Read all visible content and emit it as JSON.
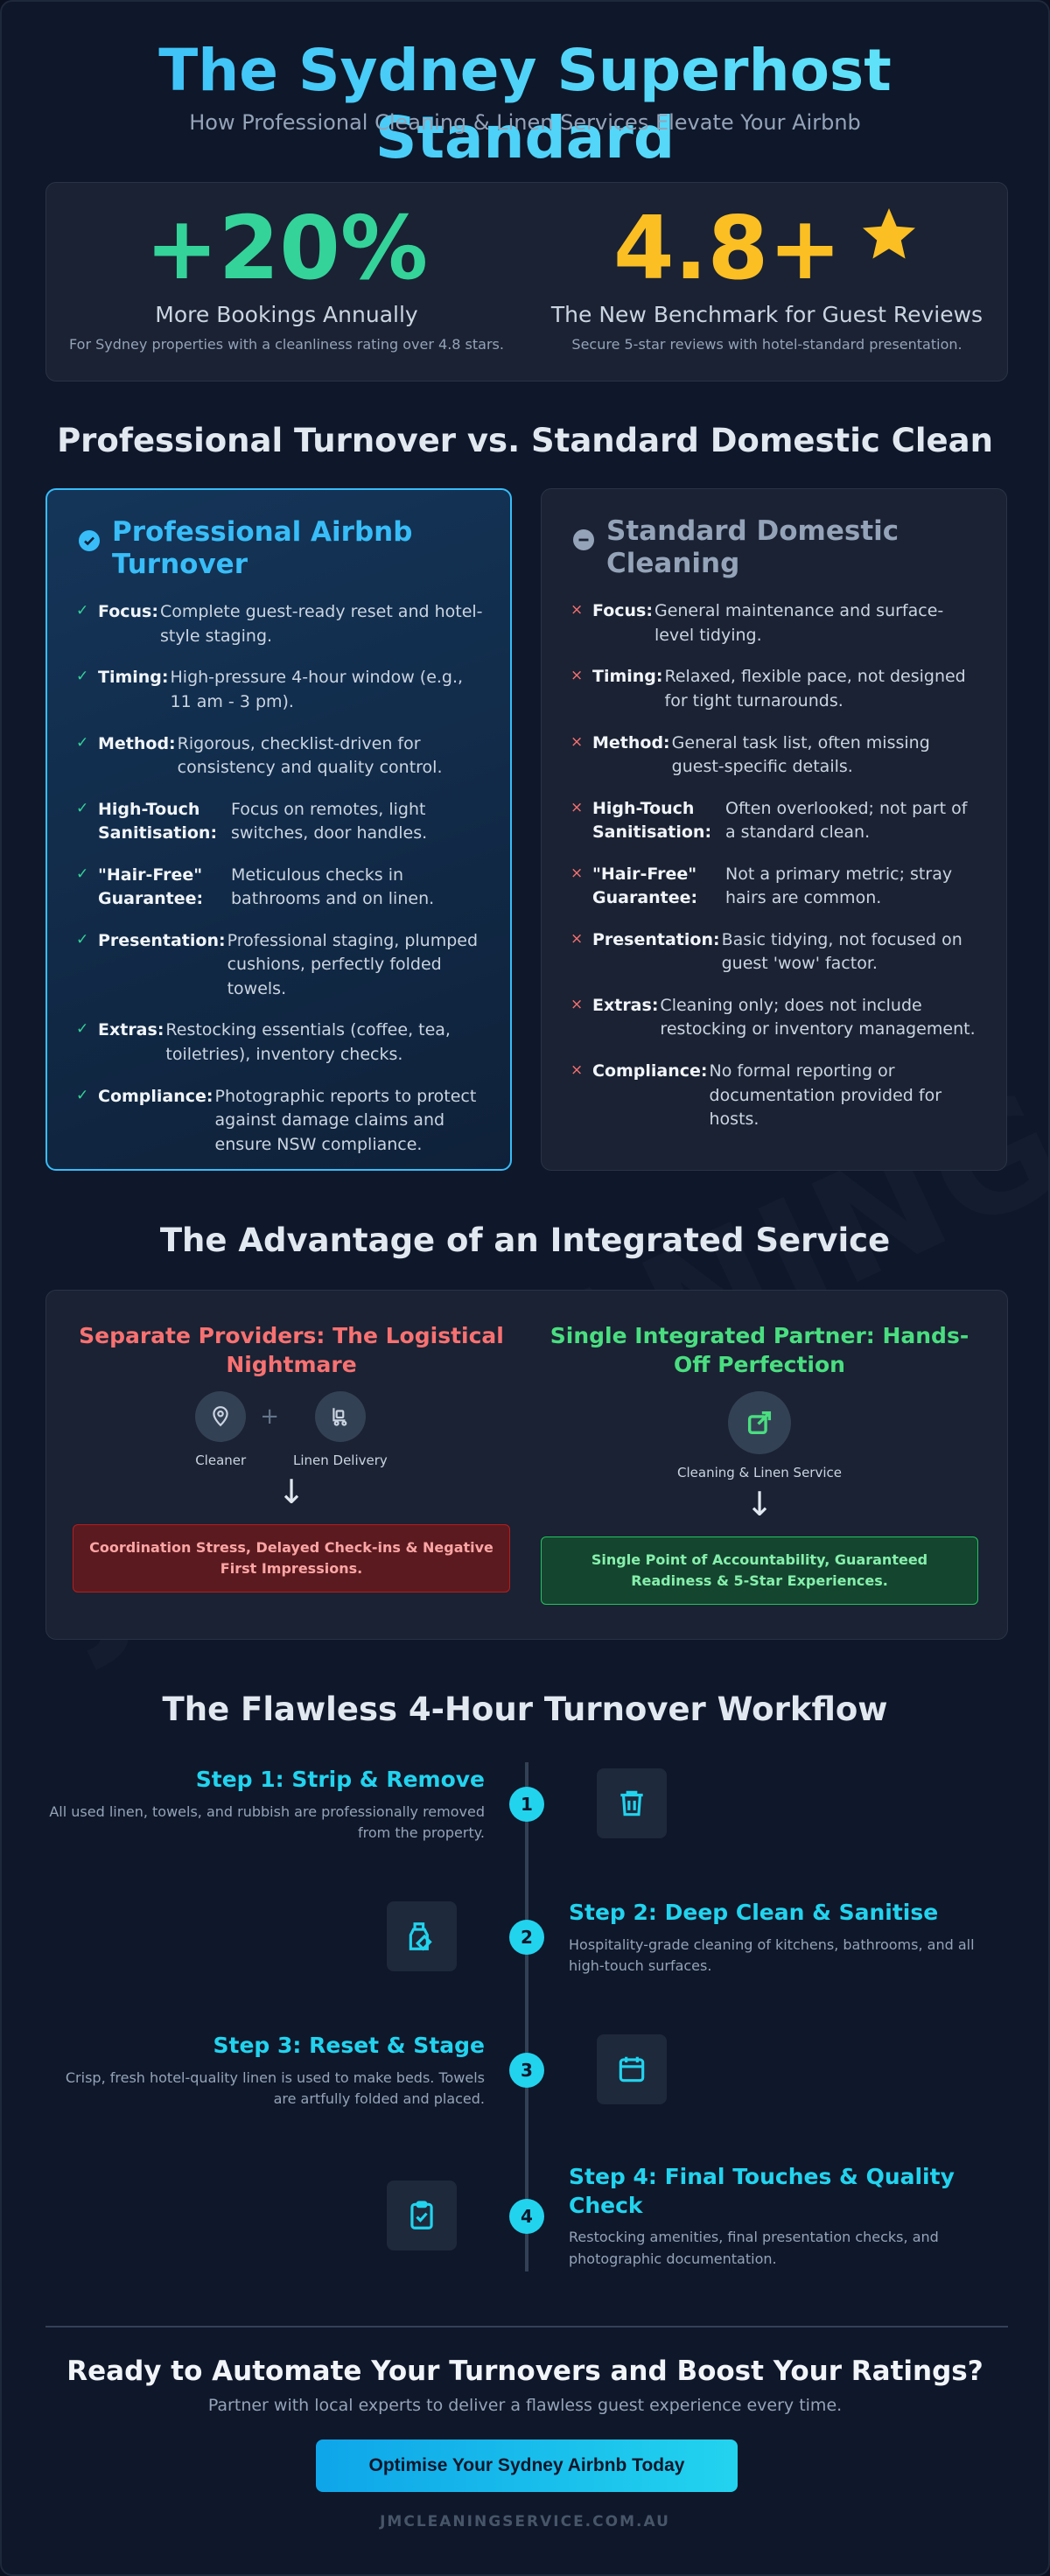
{
  "header": {
    "title": "The Sydney Superhost Standard",
    "subtitle": "How Professional Cleaning & Linen Services Elevate Your Airbnb"
  },
  "stats": [
    {
      "value": "+20%",
      "label": "More Bookings Annually",
      "note": "For Sydney properties with a cleanliness rating over 4.8 stars.",
      "color": "#34d399"
    },
    {
      "value": "4.8+",
      "label": "The New Benchmark for Guest Reviews",
      "note": "Secure 5-star reviews with hotel-standard presentation.",
      "color": "#fbbf24",
      "icon": "star-icon"
    }
  ],
  "comparison": {
    "title": "Professional Turnover vs. Standard Domestic Clean",
    "professional": {
      "heading": "Professional Airbnb Turnover",
      "icon": "check-badge-icon",
      "rows": [
        {
          "key": "Focus:",
          "value": "Complete guest-ready reset and hotel-style staging."
        },
        {
          "key": "Timing:",
          "value": "High-pressure 4-hour window (e.g., 11 am - 3 pm)."
        },
        {
          "key": "Method:",
          "value": "Rigorous, checklist-driven for consistency and quality control."
        },
        {
          "key": "High-Touch Sanitisation:",
          "value": "Focus on remotes, light switches, door handles."
        },
        {
          "key": "\"Hair-Free\" Guarantee:",
          "value": "Meticulous checks in bathrooms and on linen."
        },
        {
          "key": "Presentation:",
          "value": "Professional staging, plumped cushions, perfectly folded towels."
        },
        {
          "key": "Extras:",
          "value": "Restocking essentials (coffee, tea, toiletries), inventory checks."
        },
        {
          "key": "Compliance:",
          "value": "Photographic reports to protect against damage claims and ensure NSW compliance."
        }
      ]
    },
    "standard": {
      "heading": "Standard Domestic Cleaning",
      "icon": "minus-circle-icon",
      "rows": [
        {
          "key": "Focus:",
          "value": "General maintenance and surface-level tidying."
        },
        {
          "key": "Timing:",
          "value": "Relaxed, flexible pace, not designed for tight turnarounds."
        },
        {
          "key": "Method:",
          "value": "General task list, often missing guest-specific details."
        },
        {
          "key": "High-Touch Sanitisation:",
          "value": "Often overlooked; not part of a standard clean."
        },
        {
          "key": "\"Hair-Free\" Guarantee:",
          "value": "Not a primary metric; stray hairs are common."
        },
        {
          "key": "Presentation:",
          "value": "Basic tidying, not focused on guest 'wow' factor."
        },
        {
          "key": "Extras:",
          "value": "Cleaning only; does not include restocking or inventory management."
        },
        {
          "key": "Compliance:",
          "value": "No formal reporting or documentation provided for hosts."
        }
      ]
    }
  },
  "advantage": {
    "title": "The Advantage of an Integrated Service",
    "separate": {
      "heading": "Separate Providers: The Logistical Nightmare",
      "items": [
        "Cleaner",
        "Linen Delivery"
      ],
      "plus": "+",
      "arrow": "↓",
      "result": "Coordination Stress, Delayed Check-ins & Negative First Impressions."
    },
    "integrated": {
      "heading": "Single Integrated Partner: Hands-Off Perfection",
      "item": "Cleaning & Linen Service",
      "arrow": "↓",
      "result": "Single Point of Accountability, Guaranteed Readiness & 5-Star Experiences."
    }
  },
  "workflow": {
    "title": "The Flawless 4-Hour Turnover Workflow",
    "steps": [
      {
        "num": "1",
        "title": "Step 1: Strip & Remove",
        "desc": "All used linen, towels, and rubbish are professionally removed from the property.",
        "icon": "trash-icon"
      },
      {
        "num": "2",
        "title": "Step 2: Deep Clean & Sanitise",
        "desc": "Hospitality-grade cleaning of kitchens, bathrooms, and all high-touch surfaces.",
        "icon": "spray-bottle-icon"
      },
      {
        "num": "3",
        "title": "Step 3: Reset & Stage",
        "desc": "Crisp, fresh hotel-quality linen is used to make beds. Towels are artfully folded and placed.",
        "icon": "calendar-icon"
      },
      {
        "num": "4",
        "title": "Step 4: Final Touches & Quality Check",
        "desc": "Restocking amenities, final presentation checks, and photographic documentation.",
        "icon": "clipboard-check-icon"
      }
    ]
  },
  "cta": {
    "title": "Ready to Automate Your Turnovers and Boost Your Ratings?",
    "subtitle": "Partner with local experts to deliver a flawless guest experience every time.",
    "button": "Optimise Your Sydney Airbnb Today"
  },
  "footer": {
    "site": "JMCLEANINGSERVICE.COM.AU"
  }
}
